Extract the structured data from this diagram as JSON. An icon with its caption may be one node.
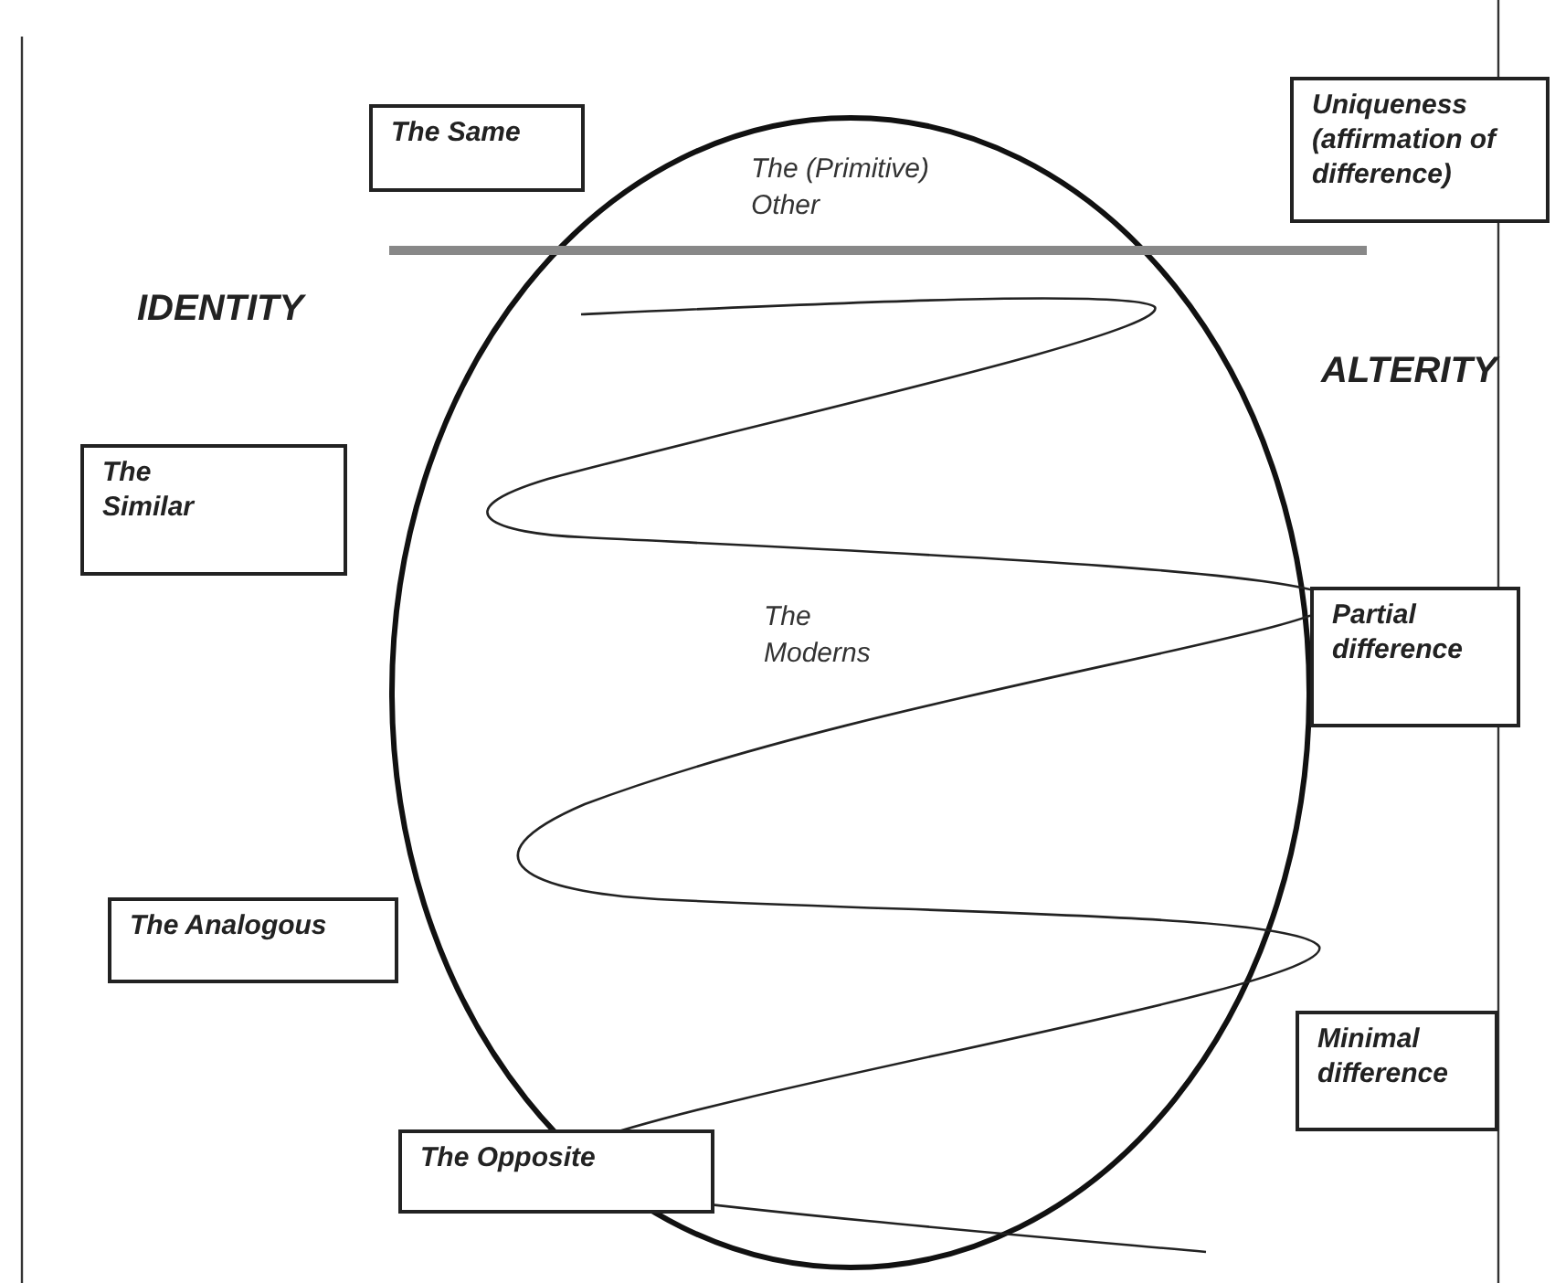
{
  "diagram": {
    "nodes": [
      {
        "text": [
          "The (Primitive) Other",
          "The Moderns"
        ]
      },
      {
        "text": [
          "The Same"
        ]
      },
      {
        "text": [
          "Uniqueness (affirmation of difference)"
        ]
      },
      {
        "text": [
          "The Similar"
        ]
      },
      {
        "text": [
          "Partial difference"
        ]
      },
      {
        "text": [
          "The Analogous"
        ]
      },
      {
        "text": [
          "Minimal difference"
        ]
      },
      {
        "text": [
          "The Opposite"
        ]
      }
    ],
    "labels": [
      "IDENTITY",
      "ALTERITY"
    ]
  }
}
